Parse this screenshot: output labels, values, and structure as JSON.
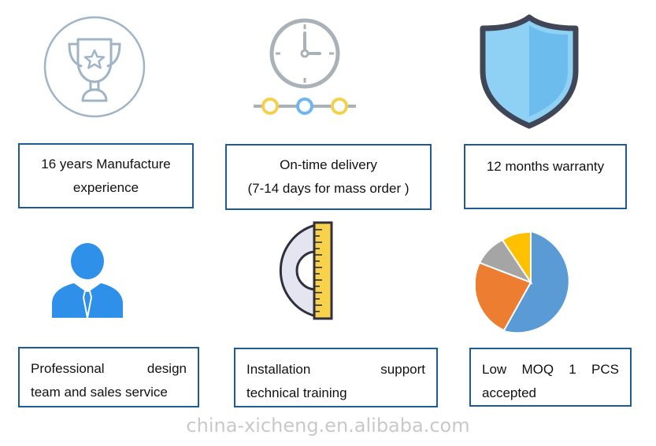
{
  "features": [
    {
      "icon": "trophy-icon",
      "lines": [
        "16 years Manufacture",
        "experience"
      ]
    },
    {
      "icon": "clock-timeline-icon",
      "lines": [
        "On-time delivery",
        "(7-14 days for mass order )"
      ]
    },
    {
      "icon": "shield-icon",
      "lines": [
        "12 months warranty"
      ]
    },
    {
      "icon": "businessman-icon",
      "lines": [
        [
          "Professional",
          "design"
        ],
        [
          "team and sales service"
        ]
      ]
    },
    {
      "icon": "protractor-ruler-icon",
      "lines": [
        [
          "Installation",
          "support"
        ],
        [
          "technical training"
        ]
      ]
    },
    {
      "icon": "pie-chart-icon",
      "lines": [
        [
          "Low",
          "MOQ",
          "1",
          "PCS"
        ],
        [
          "accepted"
        ]
      ]
    }
  ],
  "watermark": "china-xicheng.en.alibaba.com",
  "colors": {
    "box_border": "#1f5b93",
    "icon_outline": "#9fb4c7",
    "accent_blue": "#6fb6f0",
    "accent_yellow": "#f5d04a",
    "shield_fill": "#8fd0f5",
    "shield_border": "#3f4756",
    "person_blue": "#2e90e8",
    "pie_blue": "#5b9bd5",
    "pie_orange": "#ed7d31",
    "pie_gray": "#a5a5a5",
    "pie_yellow": "#ffc000",
    "ruler_yellow": "#f8d24a"
  }
}
